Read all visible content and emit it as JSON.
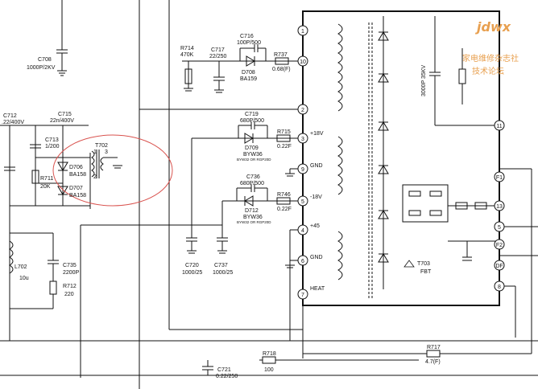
{
  "watermark": {
    "logo_text": "jdwx",
    "line1": "家电维修杂志社",
    "line2": "技术论坛",
    "color": "#e8a050"
  },
  "annotation": {
    "color": "#d9534f"
  },
  "components": {
    "c708": {
      "ref": "C708",
      "value": "1000P/2KV"
    },
    "c712": {
      "ref": "C712",
      "value": ".22/400V"
    },
    "c715": {
      "ref": "C715",
      "value": "22n/400V"
    },
    "c713": {
      "ref": "C713",
      "value": "1/200"
    },
    "r711": {
      "ref": "R711",
      "value": "20K"
    },
    "d706": {
      "ref": "D706",
      "value": "BA158"
    },
    "d707": {
      "ref": "D707",
      "value": "BA158"
    },
    "t702": {
      "ref": "T702",
      "pin1": "1",
      "pin2": "2",
      "pin3": "3"
    },
    "r714": {
      "ref": "R714",
      "value": "470K"
    },
    "c717": {
      "ref": "C717",
      "value": "22/250"
    },
    "c716": {
      "ref": "C716",
      "value": "100P/500"
    },
    "d708": {
      "ref": "D708",
      "value": "BA159"
    },
    "r737": {
      "ref": "R737",
      "value": "0.68(F)"
    },
    "c719": {
      "ref": "C719",
      "value": "680P/500"
    },
    "d709": {
      "ref": "D709",
      "value": "BYW36",
      "note": "BYW32 OR RGP20D"
    },
    "r715": {
      "ref": "R715",
      "value": "0.22F"
    },
    "c736": {
      "ref": "C736",
      "value": "680P/500"
    },
    "d712": {
      "ref": "D712",
      "value": "BYW36",
      "note": "BYW32 OR RGP20D"
    },
    "r746": {
      "ref": "R746",
      "value": "0.22F"
    },
    "c720": {
      "ref": "C720",
      "value": "1000/25"
    },
    "c737": {
      "ref": "C737",
      "value": "1000/25"
    },
    "l702": {
      "ref": "L702",
      "value": "10u"
    },
    "c735": {
      "ref": "C735",
      "value": "2200P"
    },
    "r712": {
      "ref": "R712",
      "value": "220"
    },
    "c721": {
      "ref": "C721",
      "value": "0.22/250"
    },
    "r718": {
      "ref": "R718",
      "value": "100"
    },
    "r717": {
      "ref": "R717",
      "value": "4.7(F)"
    },
    "t703": {
      "ref": "T703",
      "value": "FBT"
    },
    "c_hv": {
      "value": "3000P 35KV"
    }
  },
  "transformer_pins": {
    "left": [
      "1",
      "10",
      "2",
      "3",
      "9",
      "5",
      "4",
      "6",
      "7"
    ],
    "right": [
      "11",
      "F1",
      "13",
      "5",
      "F2",
      "DF",
      "8"
    ]
  },
  "rail_labels": {
    "plus18": "+18V",
    "gnd1": "GND",
    "minus18": "-18V",
    "plus45": "+45",
    "gnd2": "GND",
    "heat": "HEAT"
  }
}
